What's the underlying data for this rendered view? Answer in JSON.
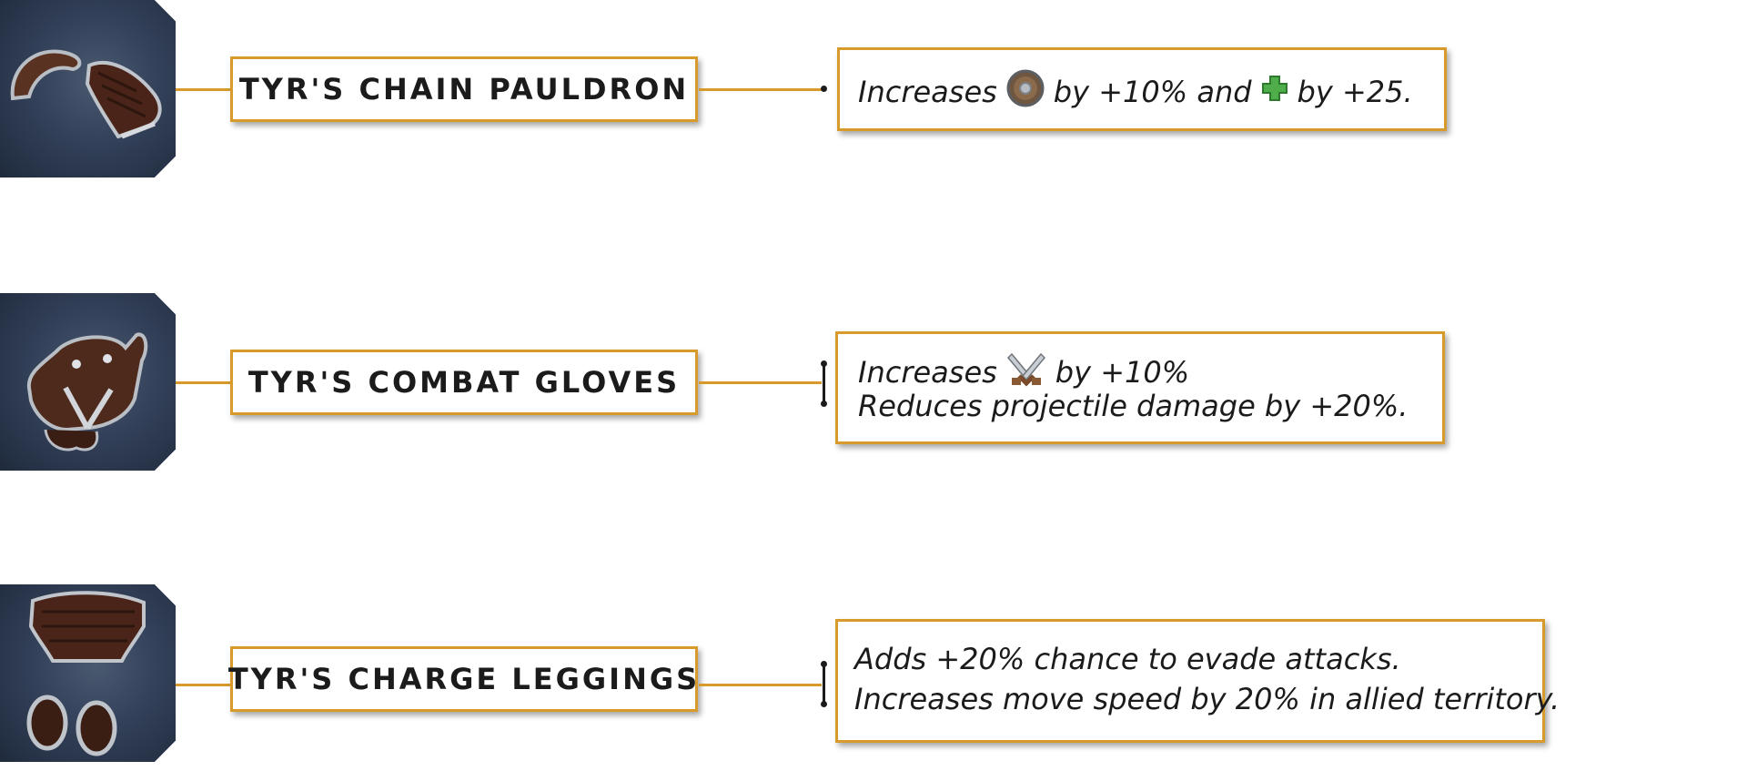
{
  "items": [
    {
      "name": "TYR'S CHAIN PAULDRON",
      "icon": "pauldron-icon",
      "effects": [
        {
          "prefix": "Increases",
          "icon1": "shield-icon",
          "middle": "by +10% and",
          "icon2": "health-cross-icon",
          "suffix": "by +25."
        }
      ]
    },
    {
      "name": "TYR'S COMBAT GLOVES",
      "icon": "gloves-icon",
      "effects": [
        {
          "prefix": "Increases",
          "icon1": "crossed-swords-icon",
          "suffix": "by +10%"
        },
        {
          "text": "Reduces projectile damage by +20%."
        }
      ]
    },
    {
      "name": "TYR'S CHARGE LEGGINGS",
      "icon": "leggings-icon",
      "effects": [
        {
          "text": "Adds +20% chance to evade attacks."
        },
        {
          "text": "Increases move speed by 20% in allied territory."
        }
      ]
    }
  ],
  "colors": {
    "accent": "#d79a2b",
    "text": "#1b1b1b",
    "thumb_bg": "#33415a",
    "shield": "#8a6a4a",
    "health_cross": "#4fae4a"
  }
}
